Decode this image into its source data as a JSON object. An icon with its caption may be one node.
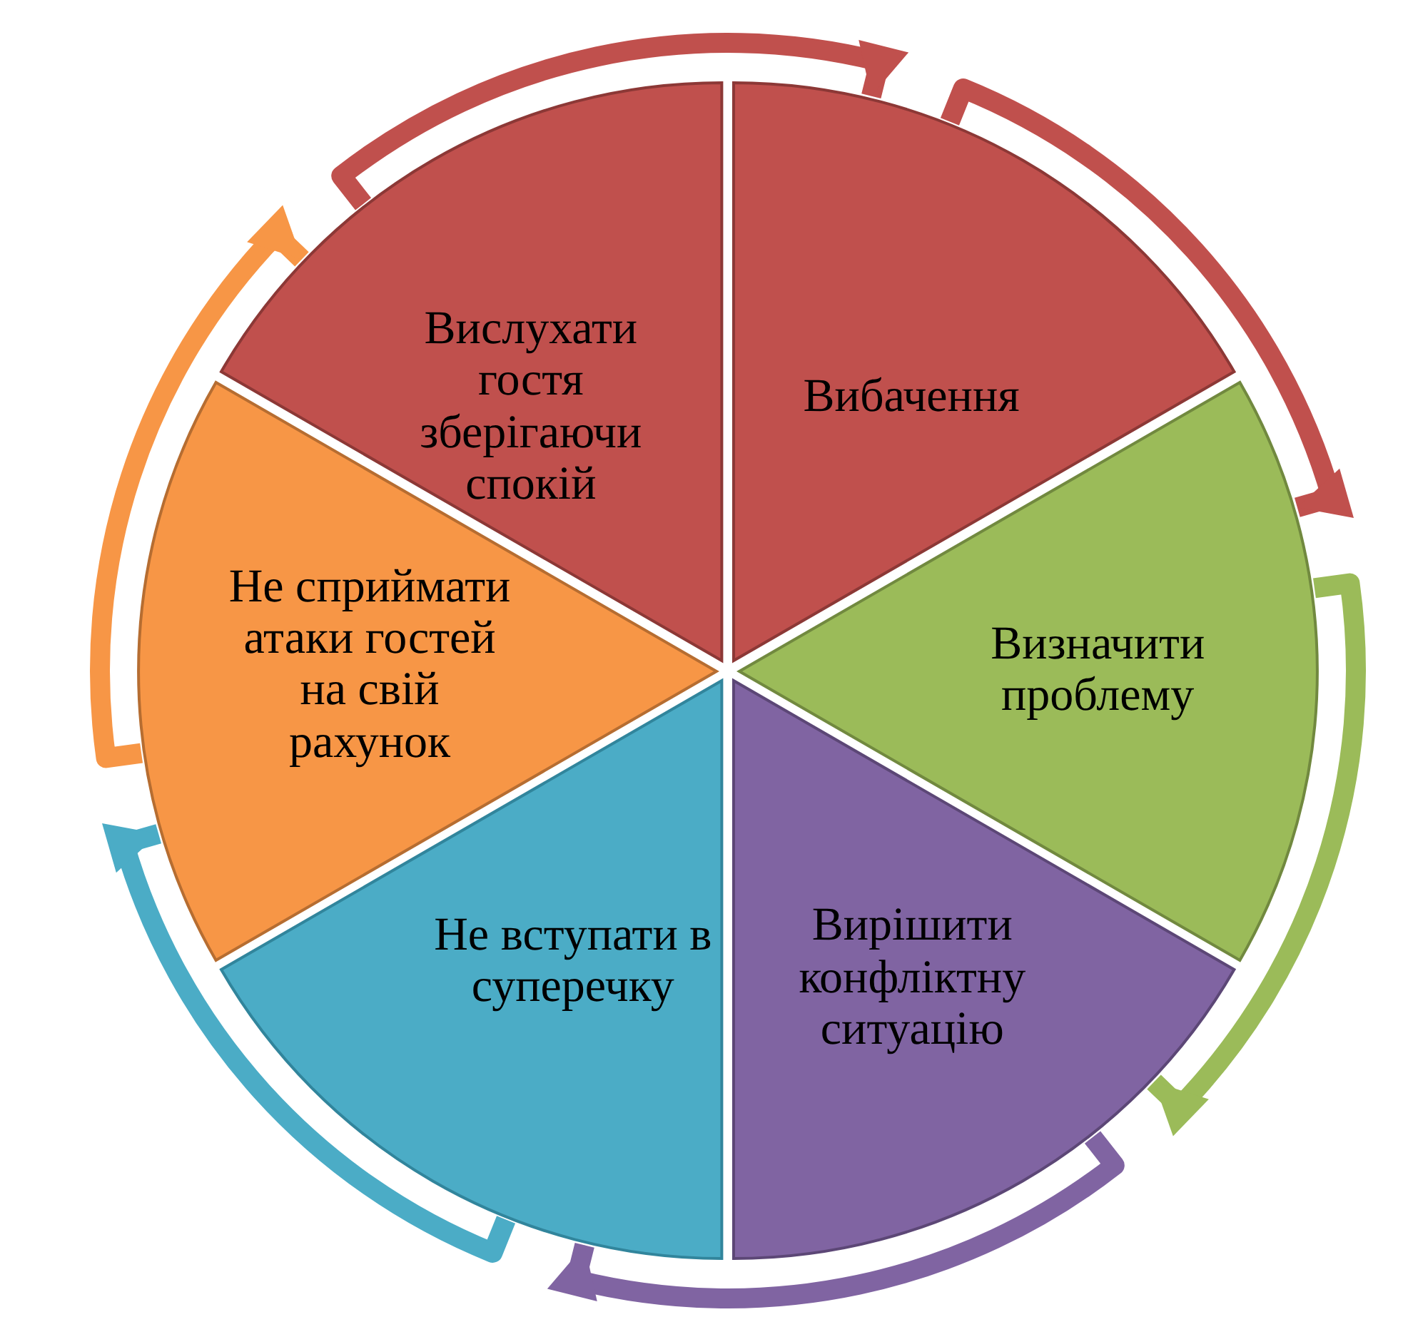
{
  "diagram": {
    "nodes": [
      {
        "text": [
          "Вислухати гостя зберігаючи спокій"
        ]
      },
      {
        "text": [
          "Вибачення"
        ]
      },
      {
        "text": [
          "Визначити проблему"
        ]
      },
      {
        "text": [
          "Вирішити конфліктну ситуацію"
        ]
      },
      {
        "text": [
          "Не вступати в суперечку"
        ]
      },
      {
        "text": [
          "Не сприймати атаки гостей на свій рахунок"
        ]
      }
    ],
    "edges": [
      {
        "from": 0,
        "to": 1,
        "arrow": "to",
        "color": "#c0504d"
      },
      {
        "from": 1,
        "to": 2,
        "arrow": "to",
        "color": "#c0504d"
      },
      {
        "from": 2,
        "to": 3,
        "arrow": "to",
        "color": "#9bbb59"
      },
      {
        "from": 3,
        "to": 4,
        "arrow": "to",
        "color": "#8064a2"
      },
      {
        "from": 4,
        "to": 5,
        "arrow": "to",
        "color": "#4bacc6"
      },
      {
        "from": 5,
        "to": 0,
        "arrow": "to",
        "color": "#f79646"
      }
    ]
  }
}
